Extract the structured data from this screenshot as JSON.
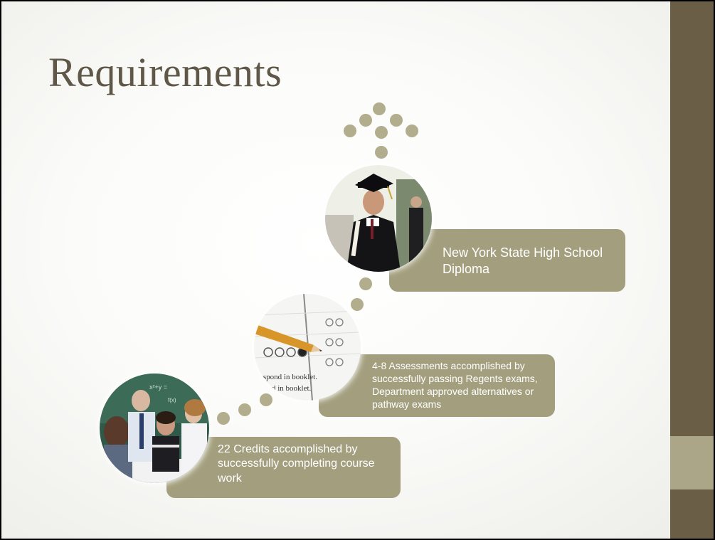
{
  "slide": {
    "title": "Requirements"
  },
  "steps": [
    {
      "text": "22 Credits accomplished  by successfully completing course work",
      "image": "students-classroom-photo"
    },
    {
      "text": "4-8 Assessments accomplished by successfully passing Regents exams, Department approved alternatives or pathway exams",
      "image": "test-answer-sheet-pencil-photo"
    },
    {
      "text": "New York State High School Diploma",
      "image": "graduate-photo"
    }
  ],
  "colors": {
    "title": "#5f5848",
    "card": "#a39f7e",
    "dot": "#b2ad8d",
    "sidebar": "#6a5f46",
    "sidebar_accent": "#aba687"
  }
}
